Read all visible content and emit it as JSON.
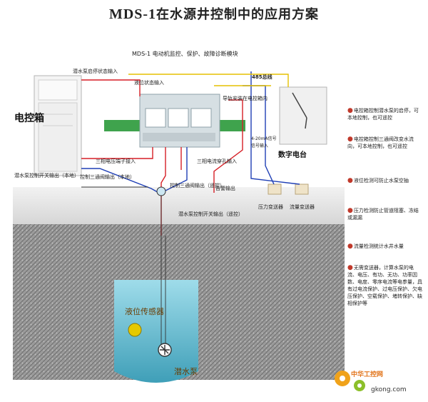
{
  "title": {
    "prefix": "MDS-1",
    "rest": "在水源井控制中的应用方案"
  },
  "labels": {
    "module": "MDS-1 电动机监控、保护、故障诊断模块",
    "bus485": "485总线",
    "pump_start_feedback": "潜水泵启停状态输入",
    "level_status_input": "液位状态输入",
    "guide_install": "导轨安装在电控箱内",
    "current_4_20": "4-20mA信号",
    "signal_input": "信号输入",
    "cabinet": "电控箱",
    "digital_station": "数字电台",
    "voltage_terminal": "三相电压端子接入",
    "current_via": "三相电流穿孔输入",
    "pump_switch_local": "潜水泵控制开关输出（本地）",
    "valve_local": "控制三通阀输出（本地）",
    "valve_remote": "控制三通阀输出（遥控）",
    "alarm_output": "告警输出",
    "pressure_transmitter": "压力变送器",
    "flow_transmitter": "流量变送器",
    "pump_switch_remote": "潜水泵控制开关输出（遥控）",
    "level_sensor": "液位传感器",
    "pump": "潜水泵",
    "watermark_cn": "中华工控网",
    "watermark_en": "gkong.com"
  },
  "bullets": [
    "电控箱控制潜水泵的启停，可本地控制，也可遥控",
    "电控箱控制三通阀改变水流向，可本地控制，也可遥控",
    "液位检测可防止水泵空抽",
    "压力检测防止管道阻塞、冻结或漏漏",
    "流量检测统计水井水量",
    "无需变送器，计算水泵的电流、电压、有功、无功、功率因数、电度、零序电流等电参量，具有过电流保护、过电压保护、欠电压保护、空载保护、堵转保护、缺相保护等"
  ],
  "colors": {
    "wire_red": "#d61f26",
    "wire_blue": "#1f3fb5",
    "wire_yellow": "#e5c100",
    "guide_green": "#3fa34d",
    "water": "#6fc1d6",
    "rock": "#8a8a8a"
  }
}
